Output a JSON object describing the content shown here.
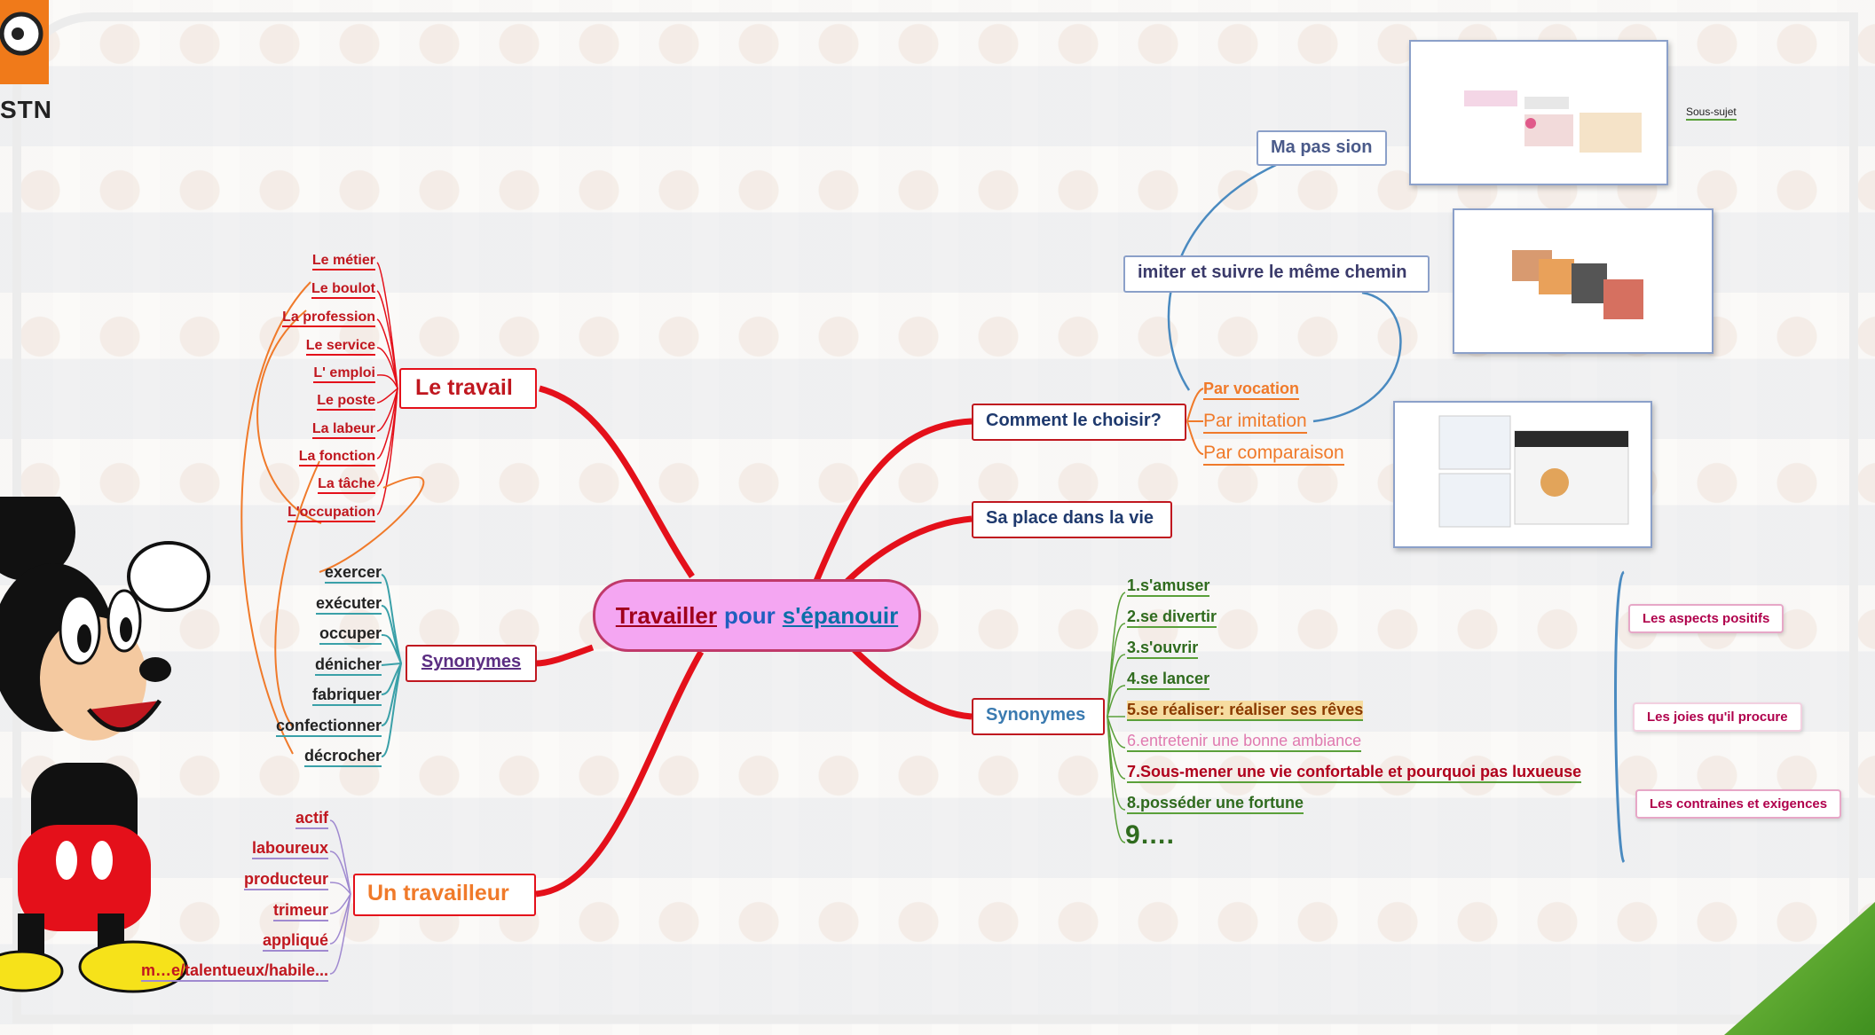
{
  "logo": {
    "text": "STN"
  },
  "central": {
    "part1": "Travailler",
    "part2": "pour",
    "part3": "s'épanouir"
  },
  "left": {
    "travail": {
      "title": "Le travail",
      "items": [
        "Le métier",
        "Le boulot",
        "La profession",
        "Le service",
        "L' emploi",
        "Le poste",
        "La labeur",
        "La fonction",
        "La tâche",
        "L'occupation"
      ]
    },
    "synonymes": {
      "title": "Synonymes",
      "items": [
        "exercer",
        "exécuter",
        "occuper",
        "dénicher",
        "fabriquer",
        "confectionner",
        "décrocher"
      ]
    },
    "travailleur": {
      "title": "Un travailleur",
      "items": [
        "actif",
        "laboureux",
        "producteur",
        "trimeur",
        "appliqué",
        "m…e/talentueux/habile..."
      ]
    }
  },
  "right": {
    "choisir": {
      "title": "Comment le choisir?",
      "items": [
        "Par vocation",
        "Par imitation",
        "Par comparaison"
      ],
      "passion": "Ma pas sion",
      "imiter": "imiter et suivre le même chemin"
    },
    "place": {
      "title": "Sa place dans la vie"
    },
    "synonymes": {
      "title": "Synonymes",
      "items": [
        "1.s'amuser",
        "2.se divertir",
        "3.s'ouvrir",
        "4.se lancer",
        "5.se réaliser: réaliser ses rêves",
        "6.entretenir une bonne ambiance",
        "7.Sous-mener une vie confortable et pourquoi pas luxueuse",
        "8.posséder une fortune",
        "9…."
      ]
    },
    "aspects": [
      "Les aspects positifs",
      "Les joies qu'il procure",
      "Les contraines et exigences"
    ],
    "subtopic": "Sous-sujet"
  },
  "colors": {
    "branch_red": "#e4101a",
    "branch_orange": "#f07a2a",
    "branch_teal": "#3aa0a8",
    "branch_blue": "#4a8ac0",
    "label_red": "#c0171f",
    "label_purple": "#5b2d82",
    "label_navy": "#1f3a6e"
  }
}
